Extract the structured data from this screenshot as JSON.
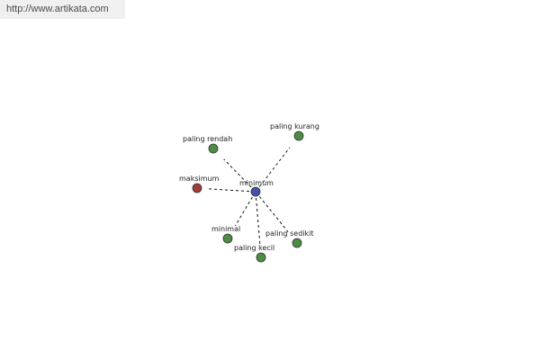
{
  "banner": {
    "url": "http://www.artikata.com"
  },
  "graph": {
    "center": {
      "id": "center",
      "label": "minimum",
      "color": "#4a4fa6"
    },
    "nodes": [
      {
        "id": "paling-rendah",
        "label": "paling rendah",
        "color": "#4e8b45"
      },
      {
        "id": "paling-kurang",
        "label": "paling kurang",
        "color": "#4e8b45"
      },
      {
        "id": "maksimum",
        "label": "maksimum",
        "color": "#a23a3a"
      },
      {
        "id": "minimal",
        "label": "minimal",
        "color": "#4e8b45"
      },
      {
        "id": "paling-sedikit",
        "label": "paling sedikit",
        "color": "#4e8b45"
      },
      {
        "id": "paling-kecil",
        "label": "paling kecil",
        "color": "#4e8b45"
      }
    ]
  }
}
